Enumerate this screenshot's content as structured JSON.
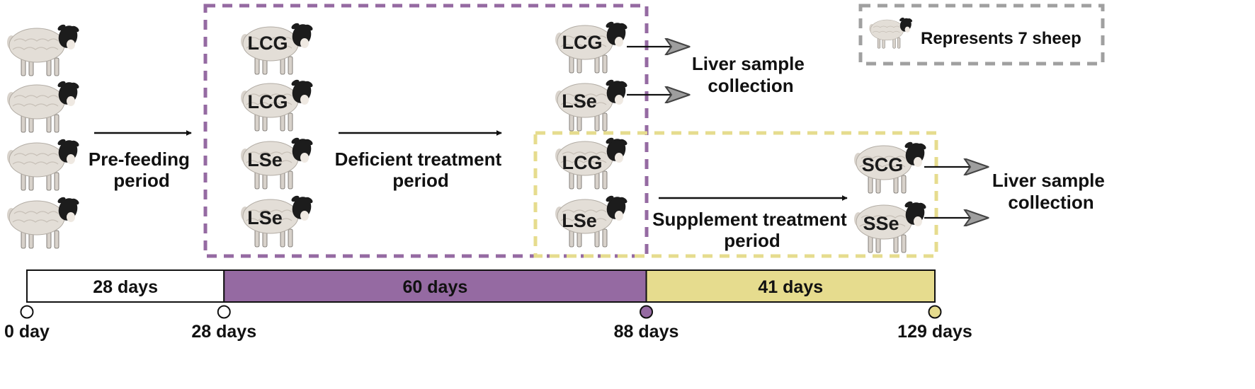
{
  "colors": {
    "deficient": "#956aa2",
    "supplement": "#e6dc8e",
    "supplement_text": "#b5ab6e",
    "deficient_text": "#9a6aa6",
    "legend_border": "#a0a0a0",
    "arrow_head_fill": "#9e9e9e",
    "text": "#111111"
  },
  "icons": [
    "sheep-icon",
    "arrow-icon",
    "timeline-node-icon"
  ],
  "phases": {
    "prefeeding": "Pre-feeding\nperiod",
    "deficient": "Deficient treatment\nperiod",
    "supplement": "Supplement treatment\nperiod"
  },
  "groups": {
    "control_deficient": "LCG",
    "selenium_deficient": "LSe",
    "control_supplement": "SCG",
    "selenium_supplement": "SSe"
  },
  "collection": {
    "deficient": "Liver sample\ncollection",
    "supplement": "Liver sample\ncollection"
  },
  "legend": {
    "text": "Represents 7 sheep"
  },
  "timeline": {
    "segments": [
      {
        "label": "28 days",
        "days": 28
      },
      {
        "label": "60 days",
        "days": 60
      },
      {
        "label": "41 days",
        "days": 41
      }
    ],
    "marks": [
      {
        "label": "0 day",
        "day": 0
      },
      {
        "label": "28 days",
        "day": 28
      },
      {
        "label": "88 days",
        "day": 88
      },
      {
        "label": "129 days",
        "day": 129
      }
    ]
  }
}
